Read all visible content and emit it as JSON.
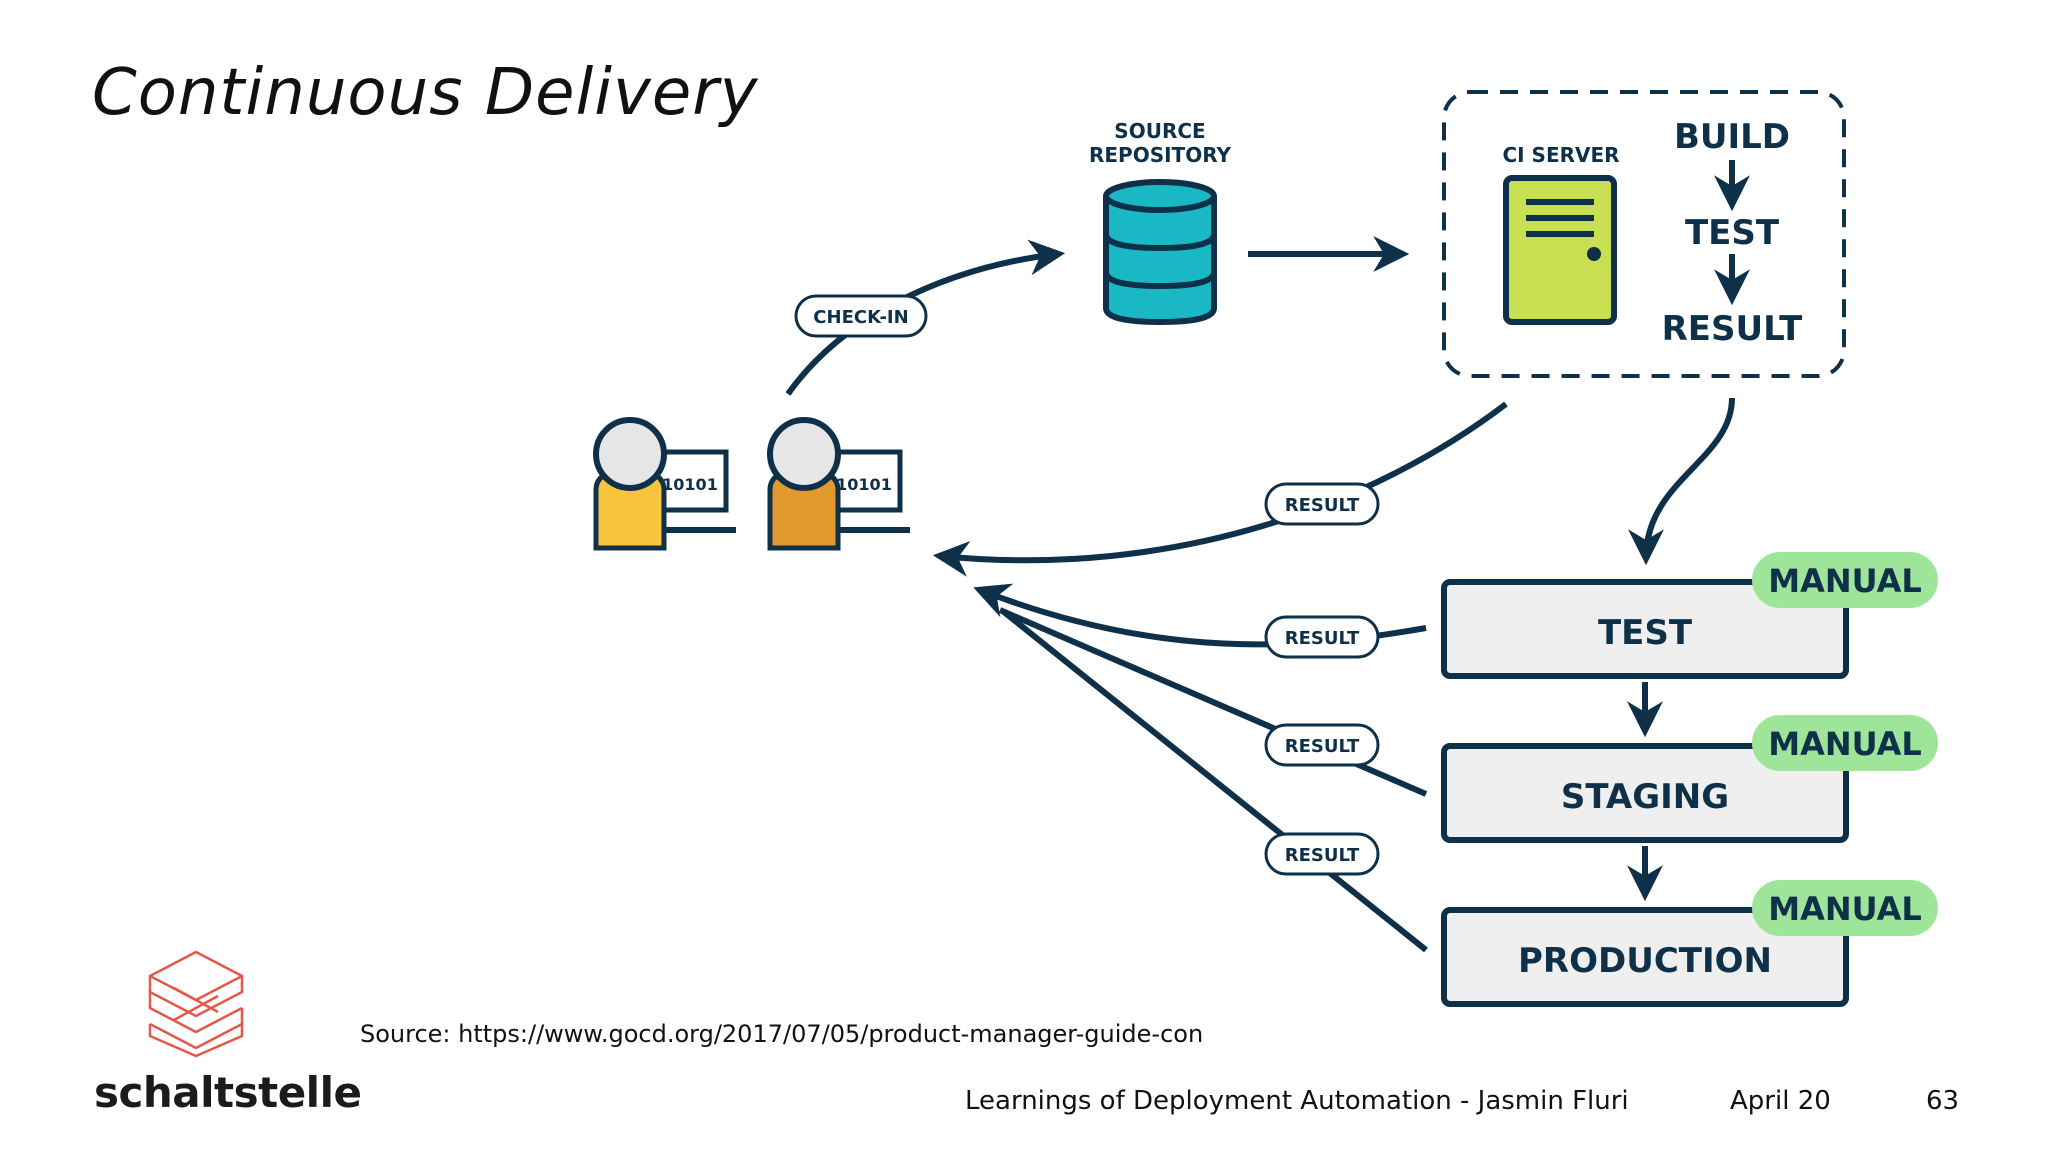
{
  "slide": {
    "title": "Continuous Delivery",
    "source_text": "Source: https://www.gocd.org/2017/07/05/product-manager-guide-con",
    "brand": "schaltstelle",
    "footer_title": "Learnings of Deployment Automation - Jasmin Fluri",
    "footer_date": "April 20",
    "page_number": "63"
  },
  "diagram": {
    "source_repo_label_line1": "SOURCE",
    "source_repo_label_line2": "REPOSITORY",
    "ci_server_label": "CI SERVER",
    "build_label": "BUILD",
    "ci_test_label": "TEST",
    "ci_result_label": "RESULT",
    "checkin_label": "CHECK-IN",
    "dev_screen_text_1": "10101",
    "dev_screen_text_2": "10101",
    "result_labels": [
      "RESULT",
      "RESULT",
      "RESULT",
      "RESULT"
    ],
    "stages": [
      {
        "name": "TEST",
        "badge": "MANUAL"
      },
      {
        "name": "STAGING",
        "badge": "MANUAL"
      },
      {
        "name": "PRODUCTION",
        "badge": "MANUAL"
      }
    ],
    "colors": {
      "navy": "#0f3049",
      "teal": "#1ab8c4",
      "lime": "#c8df52",
      "manual_green": "#9ee59a",
      "stage_fill": "#efefef",
      "dev_yellow": "#f6c53c",
      "dev_orange": "#e09a2e",
      "logo_red": "#e4584a"
    }
  }
}
